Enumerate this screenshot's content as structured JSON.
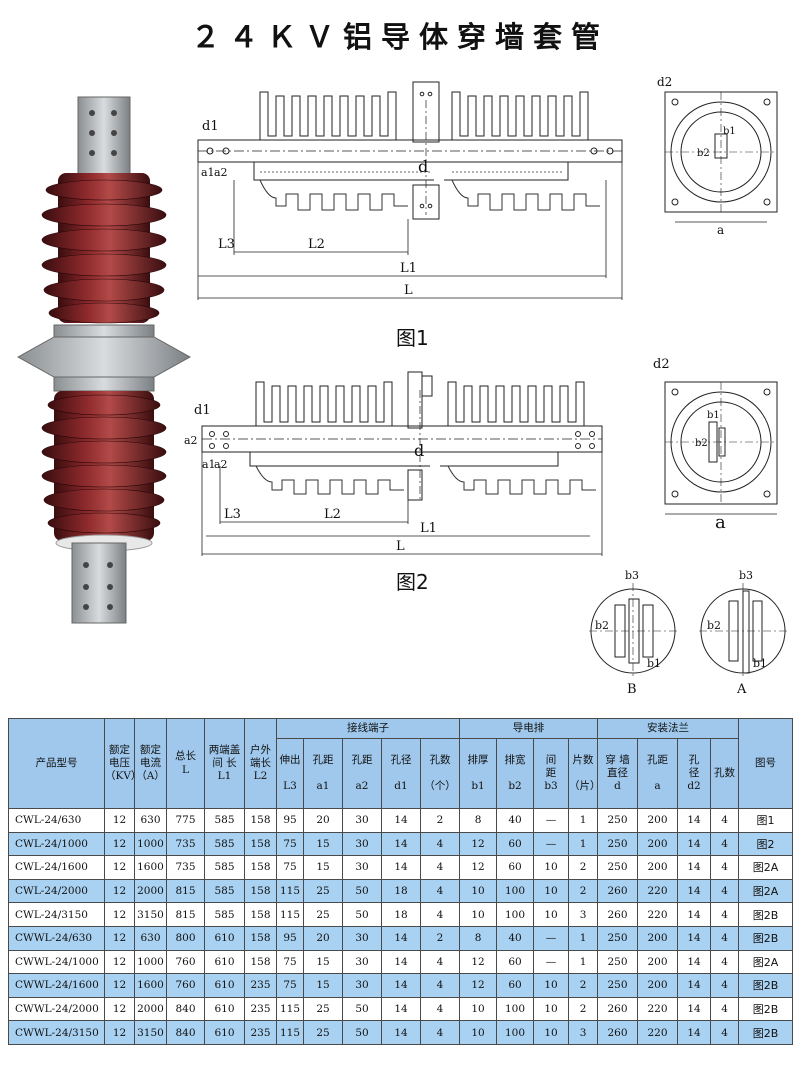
{
  "title": "２４ＫＶ铝导体穿墙套管",
  "figures": {
    "fig1_label": "图1",
    "fig2_label": "图2",
    "dims": {
      "d": "d",
      "d1": "d1",
      "d2": "d2",
      "a1": "a1",
      "a2": "a2",
      "a": "a",
      "b1": "b1",
      "b2": "b2",
      "b3": "b3",
      "L": "L",
      "L1": "L1",
      "L2": "L2",
      "L3": "L3",
      "A": "A",
      "B": "B"
    }
  },
  "table": {
    "header": {
      "model": "产品型号",
      "rated_voltage": [
        "额定",
        "电压",
        "（KV）"
      ],
      "rated_current": [
        "额定",
        "电流",
        "（A）"
      ],
      "total_length": [
        "总长",
        "L"
      ],
      "cover_spacing": [
        "两端盖",
        "间 长",
        "L1"
      ],
      "outdoor_length": [
        "户外",
        "端长",
        "L2"
      ],
      "terminal_group": "接线端子",
      "extension": [
        "伸出",
        "L3"
      ],
      "hole_spacing_a1": [
        "孔距",
        "a1"
      ],
      "hole_spacing_a2": [
        "孔距",
        "a2"
      ],
      "hole_dia_d1": [
        "孔径",
        "d1"
      ],
      "hole_count": [
        "孔数",
        "（个）"
      ],
      "busbar_group": "导电排",
      "thickness": [
        "排厚",
        "b1"
      ],
      "width": [
        "排宽",
        "b2"
      ],
      "gap": [
        "间",
        "距",
        "b3"
      ],
      "pieces": [
        "片数",
        "（片）"
      ],
      "flange_group": "安装法兰",
      "wall_dia": [
        "穿 墙",
        "直径",
        "d"
      ],
      "flange_spacing": [
        "孔距",
        "a"
      ],
      "flange_hole": [
        "孔",
        "径",
        "d2"
      ],
      "flange_count": "孔数",
      "figure": "图号"
    },
    "rows": [
      [
        "CWL-24/630",
        "12",
        "630",
        "775",
        "585",
        "158",
        "95",
        "20",
        "30",
        "14",
        "2",
        "8",
        "40",
        "—",
        "1",
        "250",
        "200",
        "14",
        "4",
        "图1"
      ],
      [
        "CWL-24/1000",
        "12",
        "1000",
        "735",
        "585",
        "158",
        "75",
        "15",
        "30",
        "14",
        "4",
        "12",
        "60",
        "—",
        "1",
        "250",
        "200",
        "14",
        "4",
        "图2"
      ],
      [
        "CWL-24/1600",
        "12",
        "1600",
        "735",
        "585",
        "158",
        "75",
        "15",
        "30",
        "14",
        "4",
        "12",
        "60",
        "10",
        "2",
        "250",
        "200",
        "14",
        "4",
        "图2A"
      ],
      [
        "CWL-24/2000",
        "12",
        "2000",
        "815",
        "585",
        "158",
        "115",
        "25",
        "50",
        "18",
        "4",
        "10",
        "100",
        "10",
        "2",
        "260",
        "220",
        "14",
        "4",
        "图2A"
      ],
      [
        "CWL-24/3150",
        "12",
        "3150",
        "815",
        "585",
        "158",
        "115",
        "25",
        "50",
        "18",
        "4",
        "10",
        "100",
        "10",
        "3",
        "260",
        "220",
        "14",
        "4",
        "图2B"
      ],
      [
        "CWWL-24/630",
        "12",
        "630",
        "800",
        "610",
        "158",
        "95",
        "20",
        "30",
        "14",
        "2",
        "8",
        "40",
        "—",
        "1",
        "250",
        "200",
        "14",
        "4",
        "图2B"
      ],
      [
        "CWWL-24/1000",
        "12",
        "1000",
        "760",
        "610",
        "158",
        "75",
        "15",
        "30",
        "14",
        "4",
        "12",
        "60",
        "—",
        "1",
        "250",
        "200",
        "14",
        "4",
        "图2A"
      ],
      [
        "CWWL-24/1600",
        "12",
        "1600",
        "760",
        "610",
        "235",
        "75",
        "15",
        "30",
        "14",
        "4",
        "12",
        "60",
        "10",
        "2",
        "250",
        "200",
        "14",
        "4",
        "图2B"
      ],
      [
        "CWWL-24/2000",
        "12",
        "2000",
        "840",
        "610",
        "235",
        "115",
        "25",
        "50",
        "14",
        "4",
        "10",
        "100",
        "10",
        "2",
        "260",
        "220",
        "14",
        "4",
        "图2B"
      ],
      [
        "CWWL-24/3150",
        "12",
        "3150",
        "840",
        "610",
        "235",
        "115",
        "25",
        "50",
        "14",
        "4",
        "10",
        "100",
        "10",
        "3",
        "260",
        "220",
        "14",
        "4",
        "图2B"
      ]
    ]
  }
}
